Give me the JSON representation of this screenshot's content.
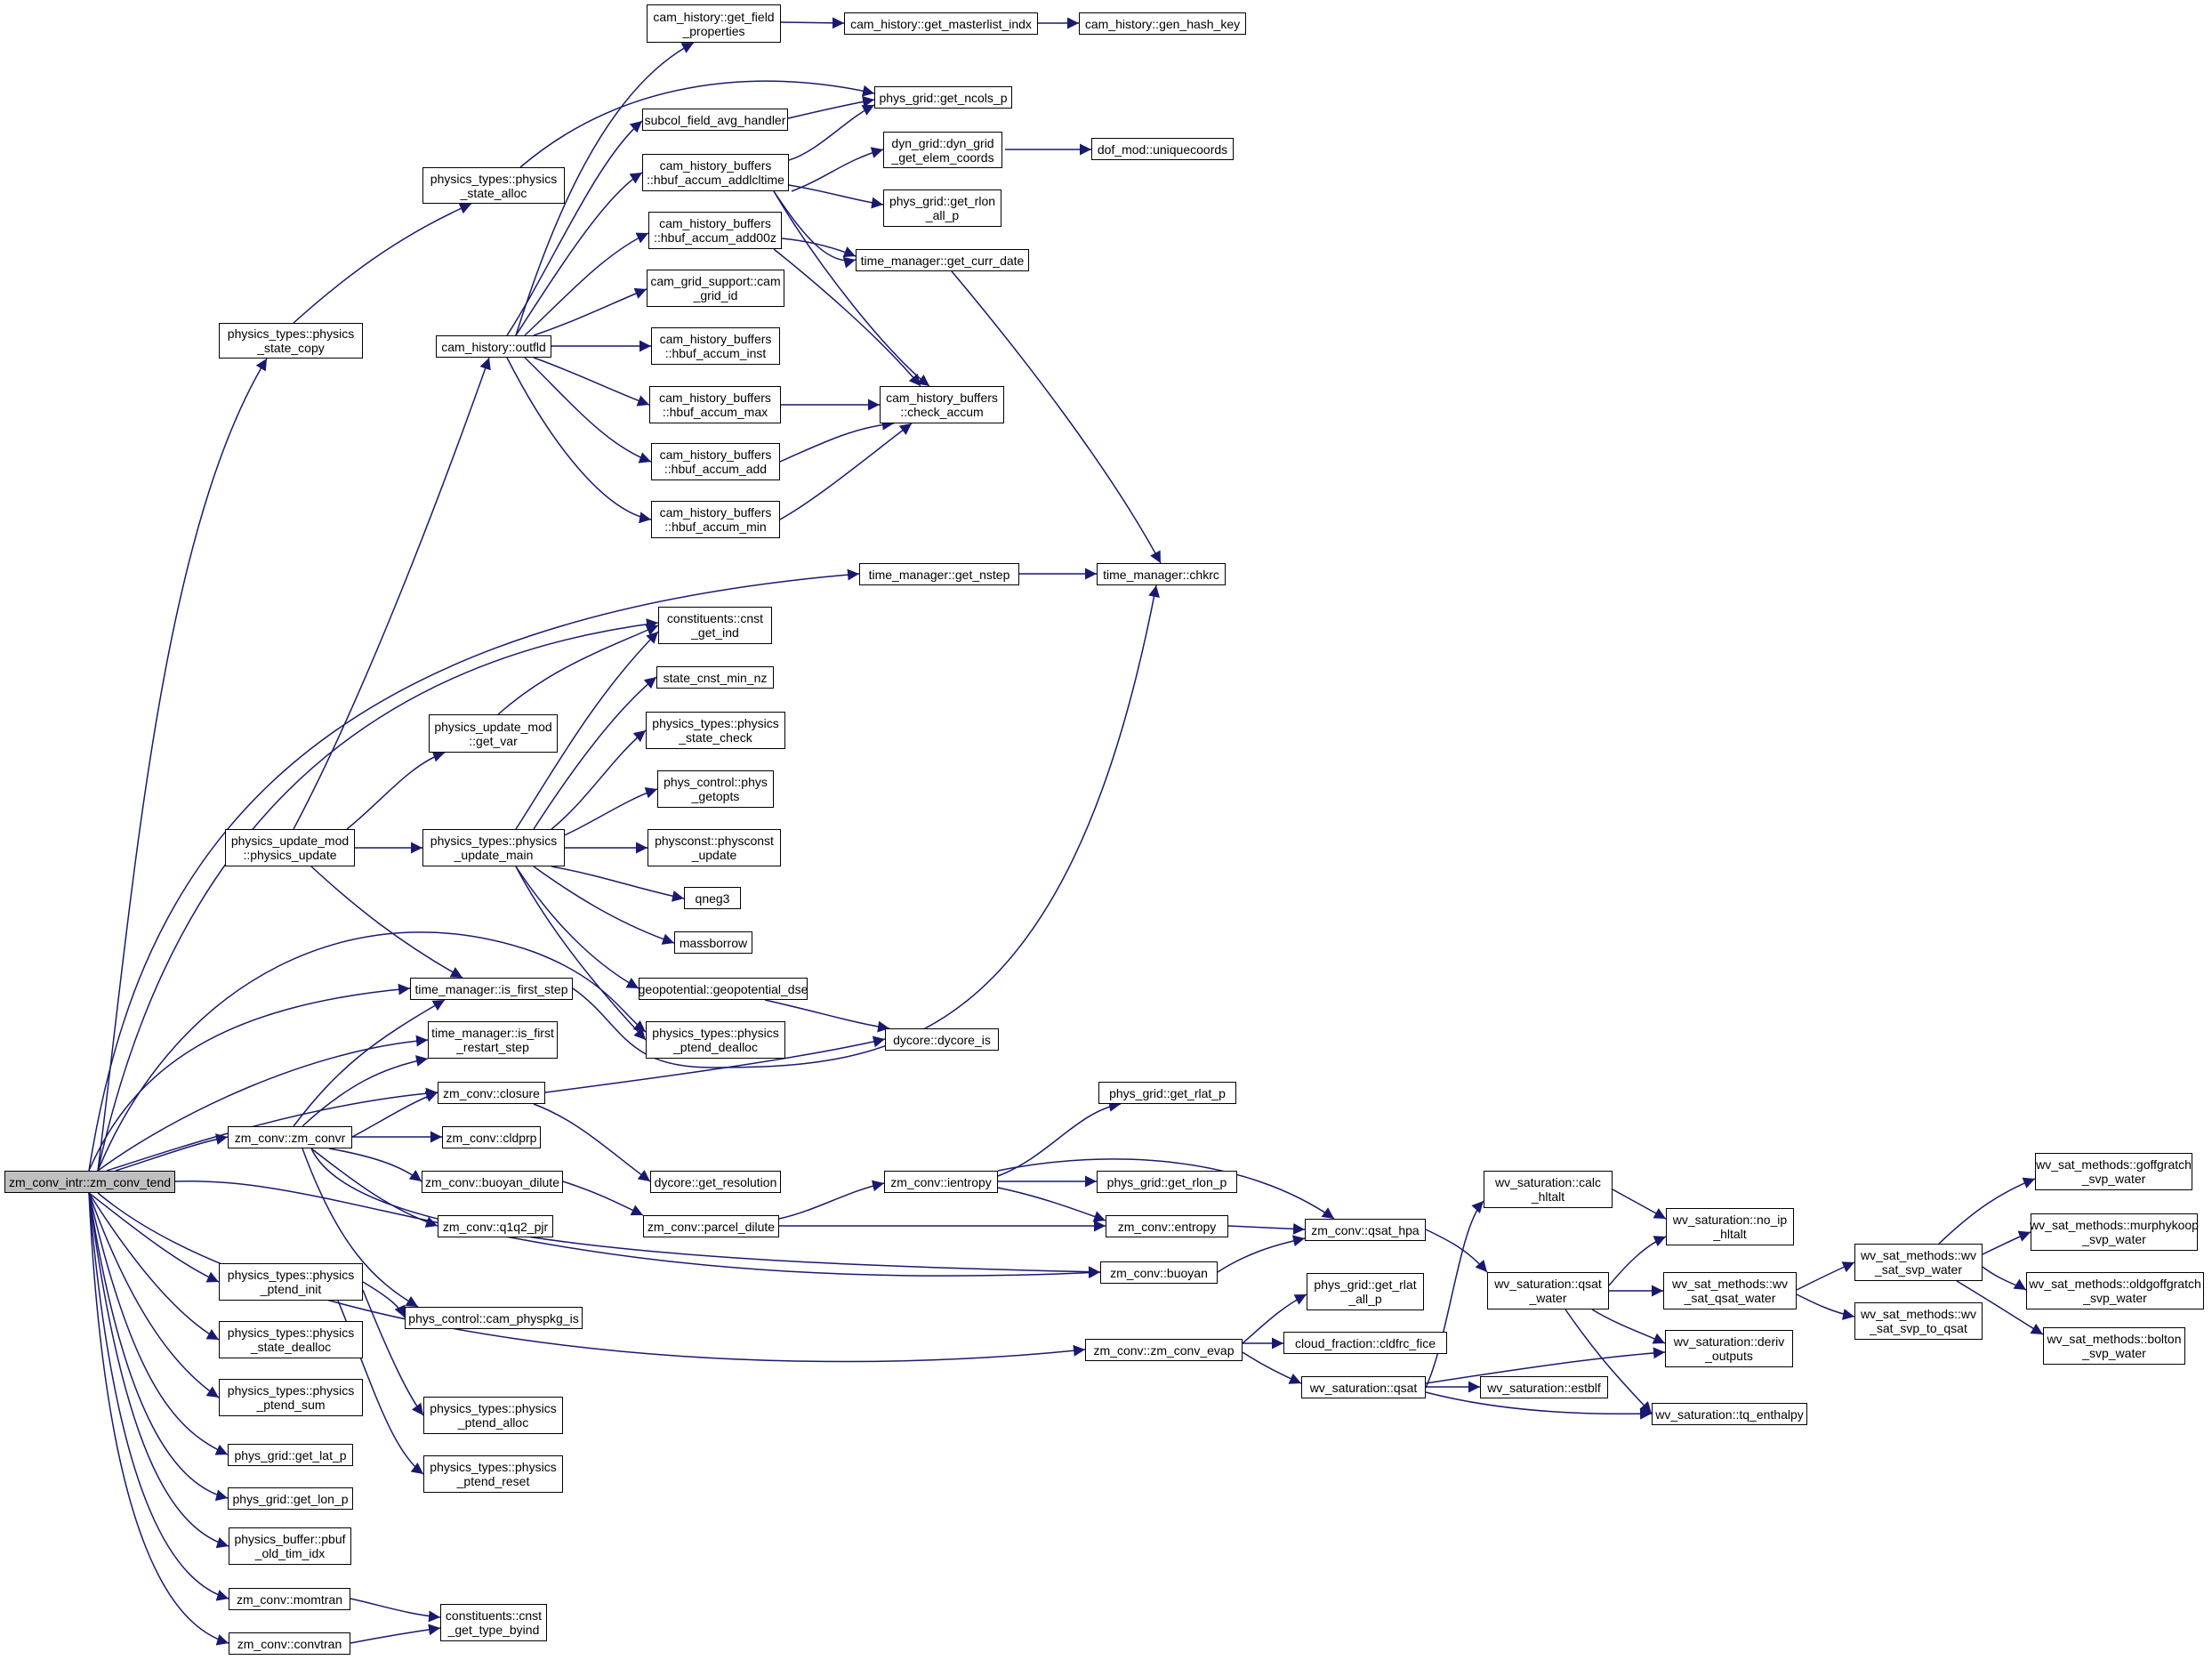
{
  "colors": {
    "edge": "#191970",
    "root_fill": "#bfbfbf",
    "node_fill": "#ffffff",
    "node_border": "#000000"
  },
  "nodes": {
    "zm_conv_tend": "zm_conv_intr::zm_conv_tend",
    "physics_state_copy": "physics_types::physics\n_state_copy",
    "physics_state_alloc": "physics_types::physics\n_state_alloc",
    "get_field_properties": "cam_history::get_field\n_properties",
    "get_masterlist_indx": "cam_history::get_masterlist_indx",
    "gen_hash_key": "cam_history::gen_hash_key",
    "get_ncols_p": "phys_grid::get_ncols_p",
    "subcol_field_avg_handler": "subcol_field_avg_handler",
    "hbuf_accum_addlcltime": "cam_history_buffers\n::hbuf_accum_addlcltime",
    "dyn_grid_get_elem_coords": "dyn_grid::dyn_grid\n_get_elem_coords",
    "uniquecoords": "dof_mod::uniquecoords",
    "get_rlon_all_p": "phys_grid::get_rlon\n_all_p",
    "hbuf_accum_add00z": "cam_history_buffers\n::hbuf_accum_add00z",
    "get_curr_date": "time_manager::get_curr_date",
    "cam_grid_id": "cam_grid_support::cam\n_grid_id",
    "outfld": "cam_history::outfld",
    "hbuf_accum_inst": "cam_history_buffers\n::hbuf_accum_inst",
    "hbuf_accum_max": "cam_history_buffers\n::hbuf_accum_max",
    "check_accum": "cam_history_buffers\n::check_accum",
    "hbuf_accum_add": "cam_history_buffers\n::hbuf_accum_add",
    "hbuf_accum_min": "cam_history_buffers\n::hbuf_accum_min",
    "get_nstep": "time_manager::get_nstep",
    "chkrc": "time_manager::chkrc",
    "cnst_get_ind": "constituents::cnst\n_get_ind",
    "state_cnst_min_nz": "state_cnst_min_nz",
    "get_var": "physics_update_mod\n::get_var",
    "physics_state_check": "physics_types::physics\n_state_check",
    "phys_getopts": "phys_control::phys\n_getopts",
    "physics_update": "physics_update_mod\n::physics_update",
    "physics_update_main": "physics_types::physics\n_update_main",
    "physconst_update": "physconst::physconst\n_update",
    "qneg3": "qneg3",
    "massborrow": "massborrow",
    "geopotential_dse": "geopotential::geopotential_dse",
    "is_first_step": "time_manager::is_first_step",
    "physics_ptend_dealloc": "physics_types::physics\n_ptend_dealloc",
    "dycore_is": "dycore::dycore_is",
    "is_first_restart_step": "time_manager::is_first\n_restart_step",
    "closure": "zm_conv::closure",
    "get_rlat_p": "phys_grid::get_rlat_p",
    "zm_convr": "zm_conv::zm_convr",
    "cldprp": "zm_conv::cldprp",
    "buoyan_dilute": "zm_conv::buoyan_dilute",
    "get_resolution": "dycore::get_resolution",
    "ientropy": "zm_conv::ientropy",
    "get_rlon_p": "phys_grid::get_rlon_p",
    "q1q2_pjr": "zm_conv::q1q2_pjr",
    "parcel_dilute": "zm_conv::parcel_dilute",
    "entropy": "zm_conv::entropy",
    "qsat_hpa": "zm_conv::qsat_hpa",
    "calc_hltalt": "wv_saturation::calc\n_hltalt",
    "no_ip_hltalt": "wv_saturation::no_ip\n_hltalt",
    "goffgratch": "wv_sat_methods::goffgratch\n_svp_water",
    "murphykoop": "wv_sat_methods::murphykoop\n_svp_water",
    "wv_sat_svp_water": "wv_sat_methods::wv\n_sat_svp_water",
    "oldgoffgratch": "wv_sat_methods::oldgoffgratch\n_svp_water",
    "bolton": "wv_sat_methods::bolton\n_svp_water",
    "qsat_water": "wv_saturation::qsat\n_water",
    "wv_sat_qsat_water": "wv_sat_methods::wv\n_sat_qsat_water",
    "wv_sat_svp_to_qsat": "wv_sat_methods::wv\n_sat_svp_to_qsat",
    "physics_ptend_init": "physics_types::physics\n_ptend_init",
    "buoyan": "zm_conv::buoyan",
    "cam_physpkg_is": "phys_control::cam_physpkg_is",
    "get_rlat_all_p": "phys_grid::get_rlat\n_all_p",
    "physics_state_dealloc": "physics_types::physics\n_state_dealloc",
    "cldfrc_fice": "cloud_fraction::cldfrc_fice",
    "zm_conv_evap": "zm_conv::zm_conv_evap",
    "deriv_outputs": "wv_saturation::deriv\n_outputs",
    "physics_ptend_sum": "physics_types::physics\n_ptend_sum",
    "qsat": "wv_saturation::qsat",
    "estblf": "wv_saturation::estblf",
    "physics_ptend_alloc": "physics_types::physics\n_ptend_alloc",
    "tq_enthalpy": "wv_saturation::tq_enthalpy",
    "get_lat_p": "phys_grid::get_lat_p",
    "physics_ptend_reset": "physics_types::physics\n_ptend_reset",
    "get_lon_p": "phys_grid::get_lon_p",
    "pbuf_old_tim_idx": "physics_buffer::pbuf\n_old_tim_idx",
    "momtran": "zm_conv::momtran",
    "cnst_get_type_byind": "constituents::cnst\n_get_type_byind",
    "convtran": "zm_conv::convtran"
  }
}
